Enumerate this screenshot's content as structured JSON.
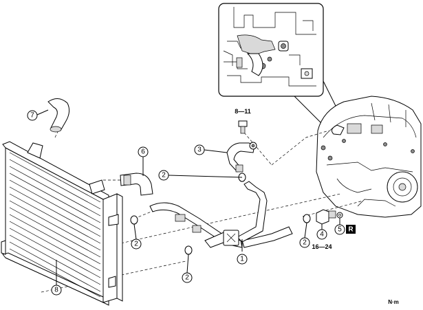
{
  "callouts": [
    {
      "id": "1",
      "label": "1"
    },
    {
      "id": "2a",
      "label": "2"
    },
    {
      "id": "2b",
      "label": "2"
    },
    {
      "id": "2c",
      "label": "2"
    },
    {
      "id": "2d",
      "label": "2"
    },
    {
      "id": "3",
      "label": "3"
    },
    {
      "id": "4",
      "label": "4"
    },
    {
      "id": "5",
      "label": "5"
    },
    {
      "id": "6",
      "label": "6"
    },
    {
      "id": "7",
      "label": "7"
    },
    {
      "id": "8",
      "label": "8"
    }
  ],
  "torque_specs": {
    "bolt_top": "8—11",
    "fitting": "16—24"
  },
  "replace_badge": "R",
  "unit_label": "N·m"
}
